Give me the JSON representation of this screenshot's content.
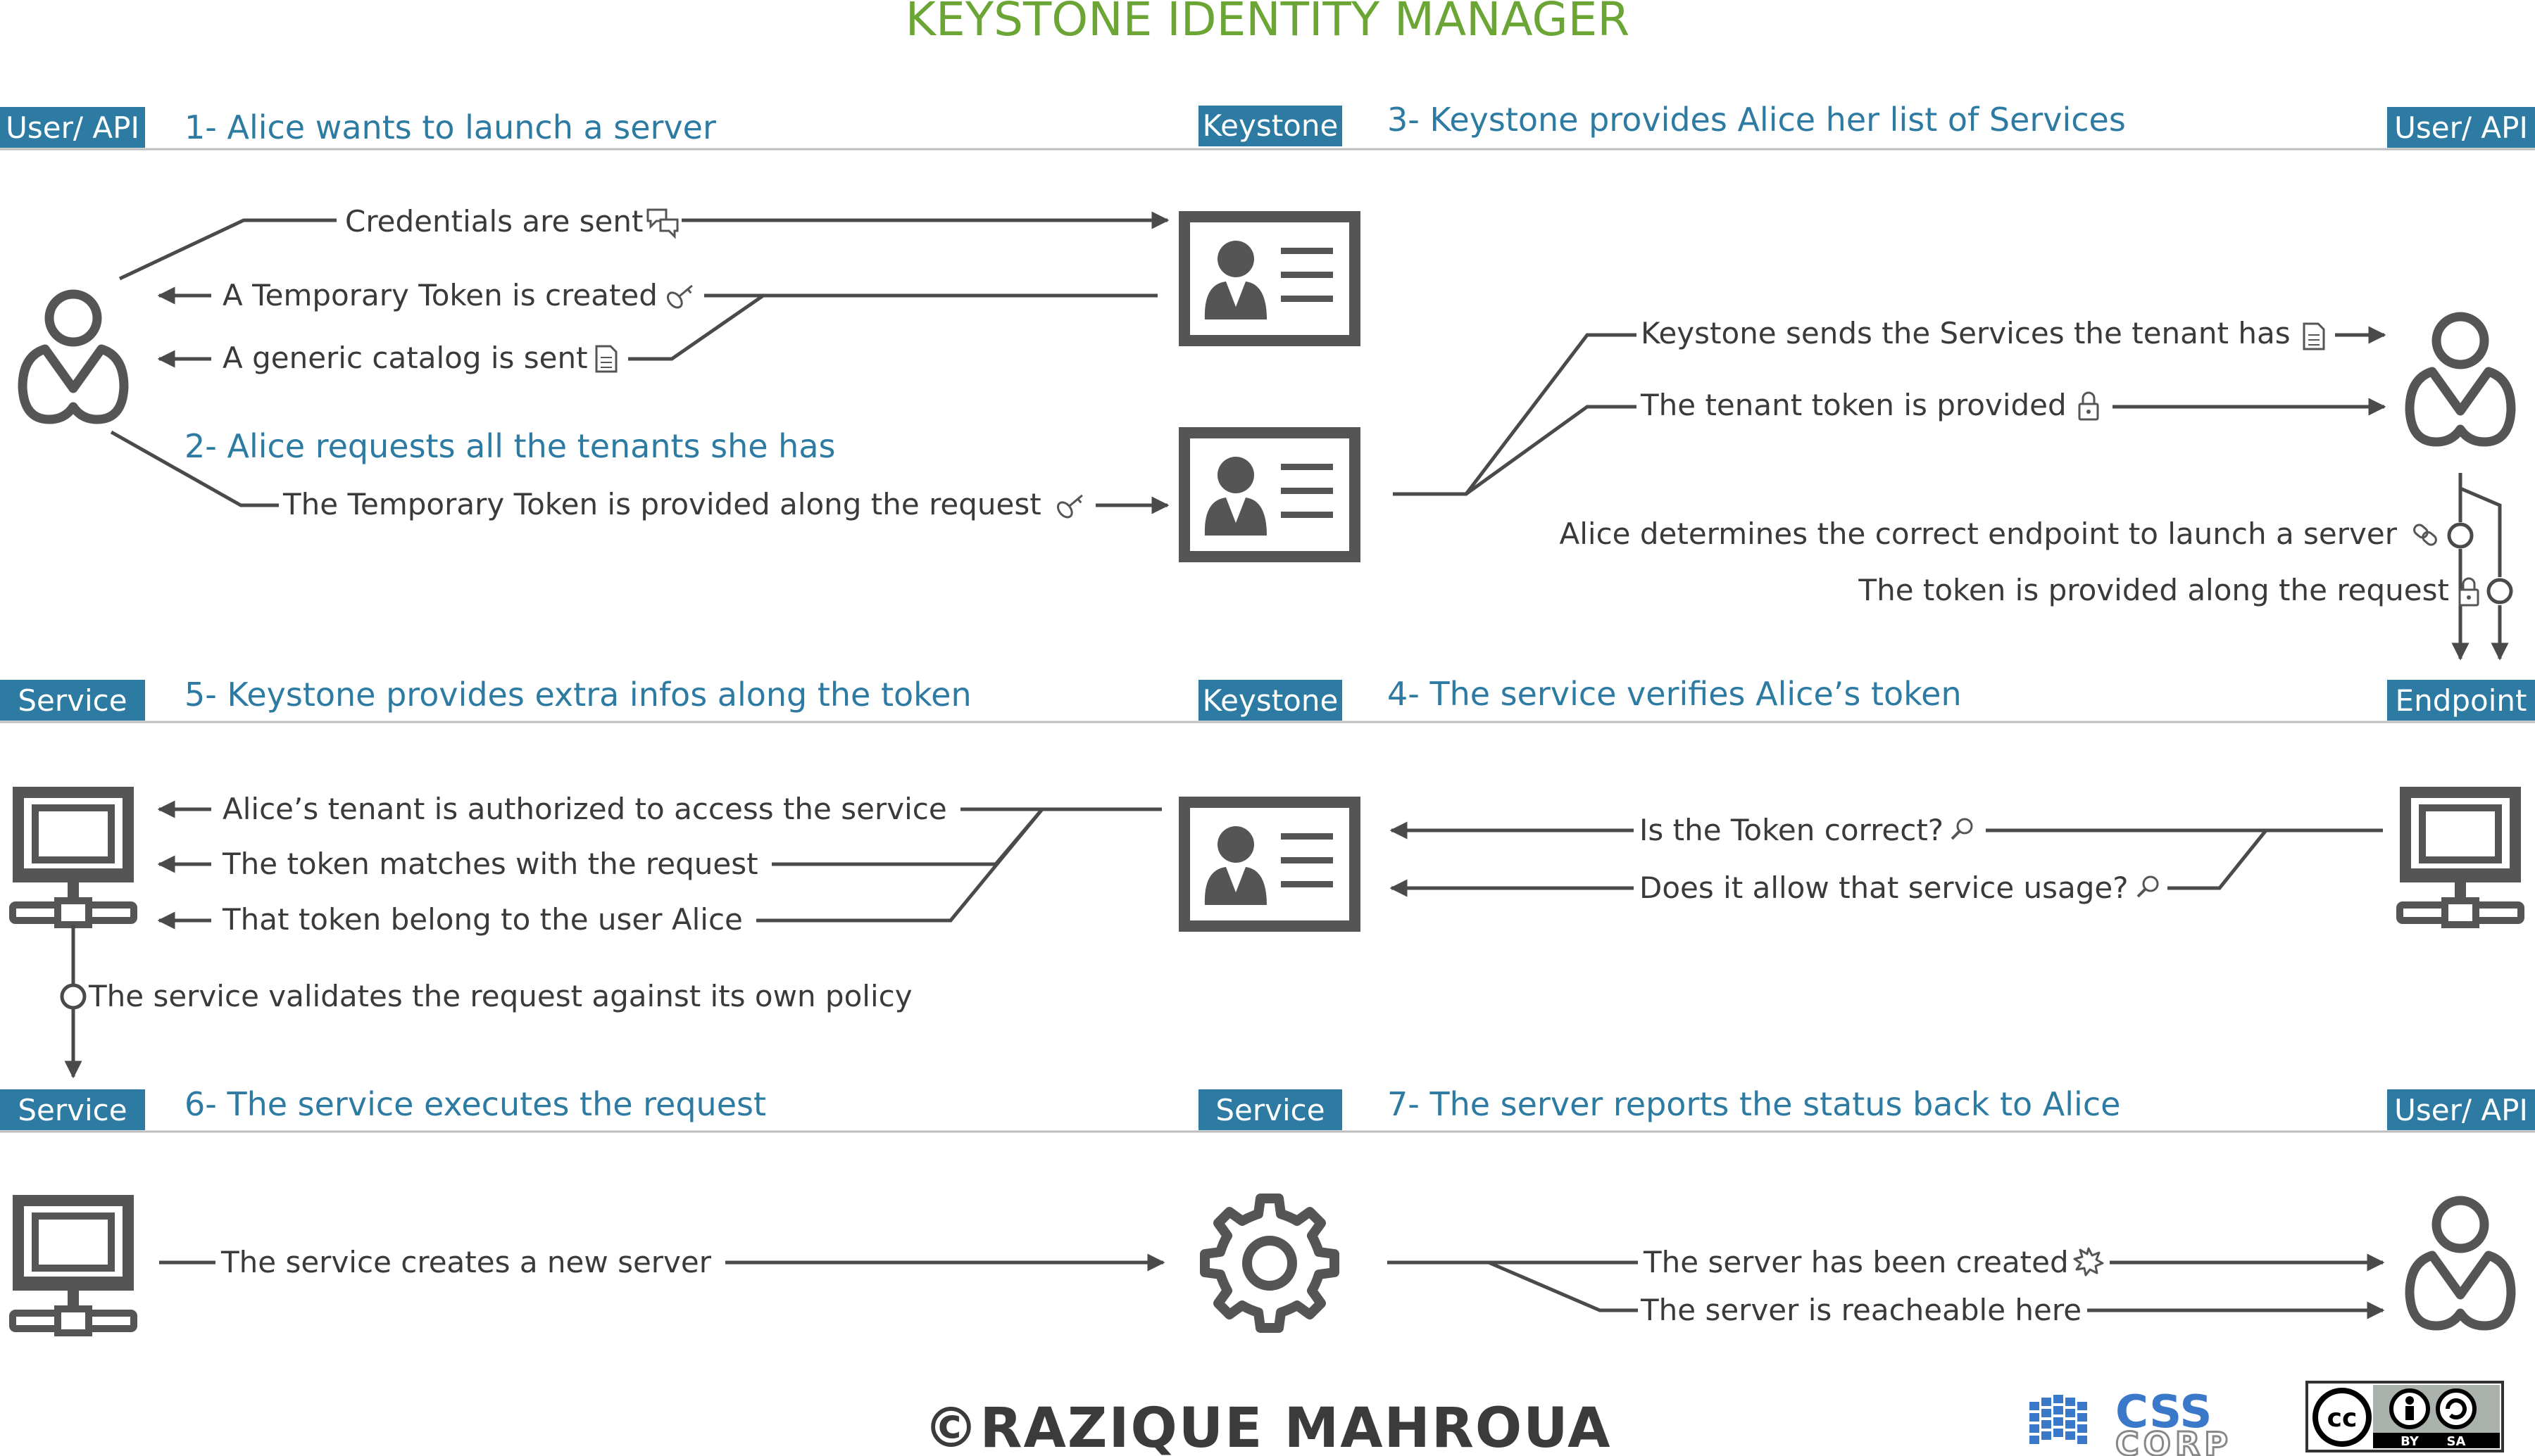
{
  "title": "KEYSTONE IDENTITY MANAGER",
  "sections": {
    "s1": {
      "title": "1- Alice wants to launch a server",
      "left_tag": "User/ API",
      "right_tag": "Keystone"
    },
    "s2": {
      "title": "2- Alice requests all the tenants she has"
    },
    "s3": {
      "title": "3- Keystone provides Alice her list of Services",
      "right_tag": "User/ API"
    },
    "s4": {
      "title": "4- The service verifies Alice’s token",
      "left_tag": "Keystone",
      "right_tag": "Endpoint"
    },
    "s5": {
      "title": "5- Keystone provides extra infos along the token",
      "left_tag": "Service"
    },
    "s6": {
      "title": "6- The service executes the request",
      "left_tag": "Service",
      "right_tag": "Service"
    },
    "s7": {
      "title": "7- The server reports the status back to Alice",
      "right_tag": "User/ API"
    }
  },
  "messages": {
    "credentials": "Credentials are sent",
    "temp_token": "A Temporary Token is created",
    "catalog": "A generic catalog is sent",
    "temp_token_provided": "The Temporary Token is provided along the request",
    "services_sent": "Keystone sends the Services the tenant has",
    "tenant_token": "The tenant token is provided",
    "endpoint": "Alice determines the correct endpoint to launch a server",
    "token_request": "The token is provided along the request",
    "token_correct": "Is the Token correct?",
    "service_usage": "Does it allow that service usage?",
    "tenant_authorized": "Alice’s tenant is authorized to access the service",
    "token_matches": "The token matches with the request",
    "token_belongs": "That token belong to the user Alice",
    "validates": "The service validates the request against its own policy",
    "creates_server": "The service creates a new server",
    "server_created": "The server has been created",
    "server_reachable": "The server is reacheable here"
  },
  "footer": {
    "author": "©RAZIQUE MAHROUA",
    "logo_top": "CSS",
    "logo_bottom": "CORP",
    "license": "cc",
    "license_by": "BY",
    "license_sa": "SA"
  },
  "colors": {
    "title": "#6aa535",
    "section": "#2d7ba3",
    "tag_bg": "#2d7ba3",
    "lines": "#4a4a4a",
    "icons": "#555555"
  },
  "icons": [
    "user-icon",
    "id-card-icon",
    "computer-icon",
    "gear-icon",
    "chat-icon",
    "key-icon",
    "document-icon",
    "lock-icon",
    "link-icon",
    "magnifier-icon",
    "sun-icon"
  ]
}
